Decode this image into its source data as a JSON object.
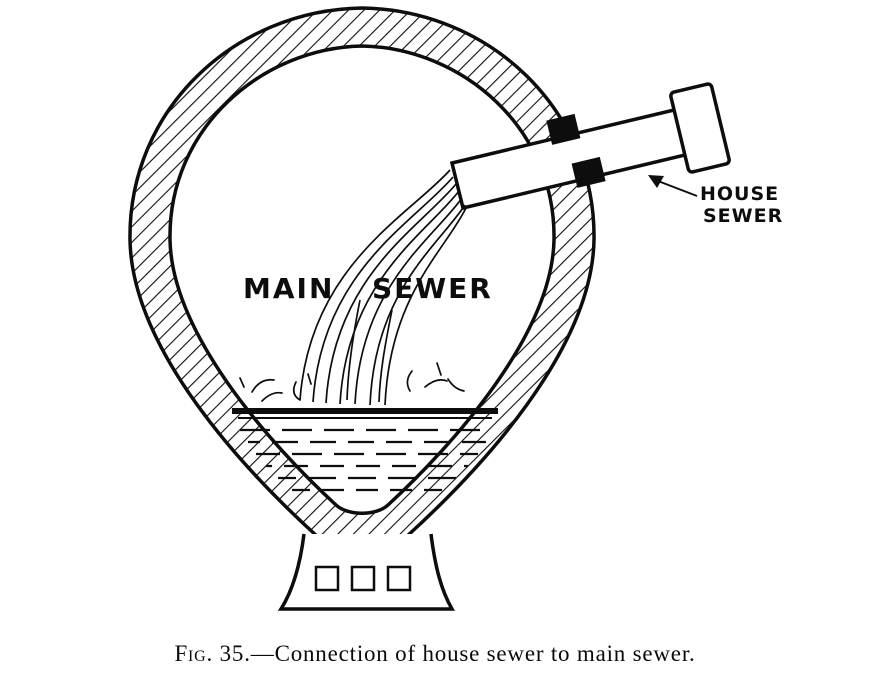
{
  "diagram": {
    "main_label": {
      "word1": "MAIN",
      "word2": "SEWER"
    },
    "house_label": {
      "line1": "HOUSE",
      "line2": "SEWER"
    },
    "caption": {
      "prefix": "Fig. 35.",
      "rest": "—Connection of house sewer to main sewer."
    }
  },
  "colors": {
    "ink": "#0d0d0d",
    "paper": "#ffffff"
  }
}
